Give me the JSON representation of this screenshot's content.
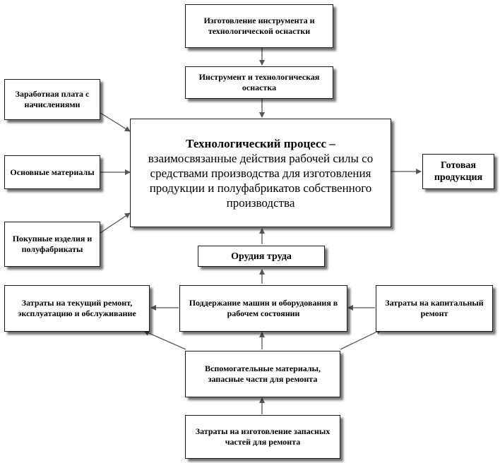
{
  "diagram": {
    "tool_making": "Изготовление инструмента и технологической оснастки",
    "tooling": "Инструмент и технологическая оснастка",
    "wages": "Заработная плата с начислениями",
    "materials": "Основные материалы",
    "purchased": "Покупные изделия и полуфабрикаты",
    "process_title": "Технологический процесс –",
    "process_desc": "взаимосвязанные действия рабочей силы со средствами производства для изготовления продукции и полуфабрикатов собственного производства",
    "finished": "Готовая продукция",
    "instruments": "Орудия труда",
    "maintenance": "Поддержание машин и оборудования в рабочем состоянии",
    "current_repair": "Затраты на текущий ремонт, эксплуатацию и обслуживание",
    "capital_repair": "Затраты на капитальный ремонт",
    "aux_materials": "Вспомогательные материалы, запасные части для ремонта",
    "spare_parts_cost": "Затраты на изготовление запасных частей для ремонта"
  }
}
